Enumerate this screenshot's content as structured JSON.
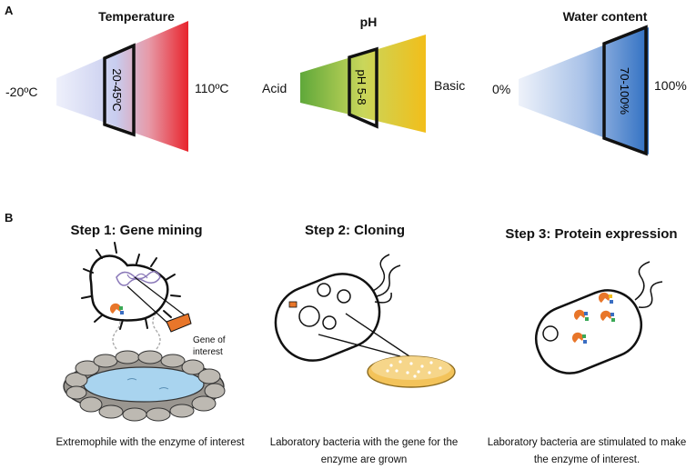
{
  "panel_a": {
    "letter": "A",
    "gradients": [
      {
        "title": "Temperature",
        "left_label": "-20ºC",
        "right_label": "110ºC",
        "box_label": "20-45ºC",
        "start_color": "#d4daf4",
        "end_color": "#e8242c"
      },
      {
        "title": "pH",
        "left_label": "Acid",
        "right_label": "Basic",
        "box_label": "pH 5-8",
        "start_color": "#5fa83a",
        "end_color": "#f2be1a"
      },
      {
        "title": "Water content",
        "left_label": "0%",
        "right_label": "100%",
        "box_label": "70-100%",
        "start_color": "#dfe6f5",
        "end_color": "#2f6fc2"
      }
    ]
  },
  "panel_b": {
    "letter": "B",
    "steps": [
      {
        "title": "Step 1: Gene mining",
        "caption": "Extremophile with the enzyme of interest",
        "callout": "Gene of interest"
      },
      {
        "title": "Step 2: Cloning",
        "caption": "Laboratory bacteria with the gene for the enzyme are grown"
      },
      {
        "title": "Step 3: Protein expression",
        "caption": "Laboratory bacteria are stimulated to make the enzyme of interest."
      }
    ]
  },
  "colors": {
    "enzyme": "#e8762a",
    "substrate_green": "#3aa856",
    "substrate_blue": "#3a6ec2",
    "dish": "#f3c35a",
    "pond_water": "#a9d4ef",
    "pond_stone": "#9a9690"
  }
}
